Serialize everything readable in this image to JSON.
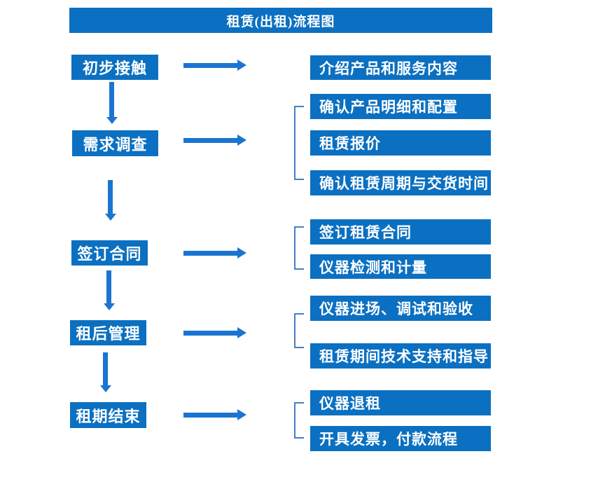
{
  "title": "租赁(出租)流程图",
  "colors": {
    "box": "#0B70C1",
    "arrow": "#1B74D2",
    "bracket": "#4A7DC3",
    "text": "#FFFFFF"
  },
  "steps": [
    {
      "label": "初步接触",
      "details": [
        "介绍产品和服务内容"
      ]
    },
    {
      "label": "需求调查",
      "details": [
        "确认产品明细和配置",
        "租赁报价",
        "确认租赁周期与交货时间"
      ]
    },
    {
      "label": "签订合同",
      "details": [
        "签订租赁合同",
        "仪器检测和计量"
      ]
    },
    {
      "label": "租后管理",
      "details": [
        "仪器进场、调试和验收",
        "租赁期间技术支持和指导"
      ]
    },
    {
      "label": "租期结束",
      "details": [
        "仪器退租",
        "开具发票，付款流程"
      ]
    }
  ]
}
